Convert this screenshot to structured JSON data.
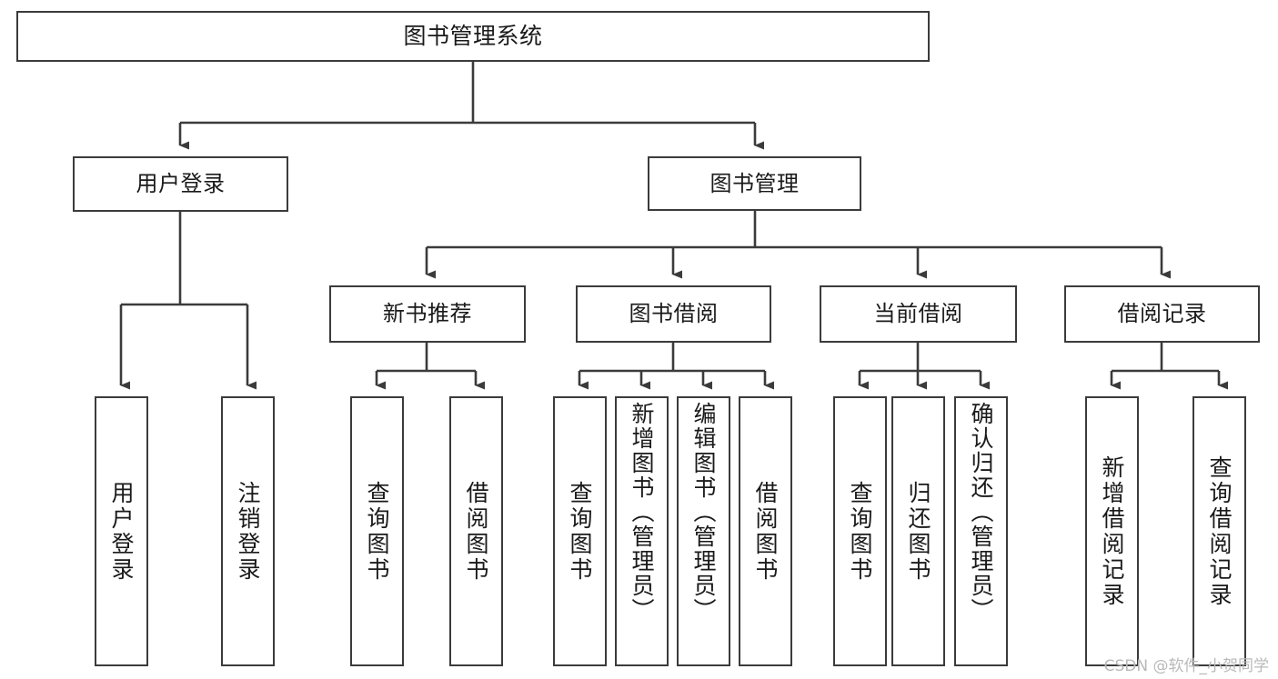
{
  "diagram": {
    "type": "tree",
    "title": "图书管理系统",
    "background": "#ffffff",
    "stroke_color": "#3b3b3b",
    "text_color": "#1a1a1a",
    "watermark": "CSDN @软件_小贺同学",
    "root": {
      "label": "图书管理系统"
    },
    "level1": [
      {
        "label": "用户登录"
      },
      {
        "label": "图书管理"
      }
    ],
    "level2": [
      {
        "label": "新书推荐"
      },
      {
        "label": "图书借阅"
      },
      {
        "label": "当前借阅"
      },
      {
        "label": "借阅记录"
      }
    ],
    "leaves": {
      "user_login": [
        {
          "label": "用户登录"
        },
        {
          "label": "注销登录"
        }
      ],
      "new_book_recommend": [
        {
          "label": "查询图书"
        },
        {
          "label": "借阅图书"
        }
      ],
      "book_borrow": [
        {
          "label": "查询图书"
        },
        {
          "label": "新增图书（管理员）"
        },
        {
          "label": "编辑图书（管理员）"
        },
        {
          "label": "借阅图书"
        }
      ],
      "current_borrow": [
        {
          "label": "查询图书"
        },
        {
          "label": "归还图书"
        },
        {
          "label": "确认归还（管理员）"
        }
      ],
      "borrow_record": [
        {
          "label": "新增借阅记录"
        },
        {
          "label": "查询借阅记录"
        }
      ]
    }
  }
}
